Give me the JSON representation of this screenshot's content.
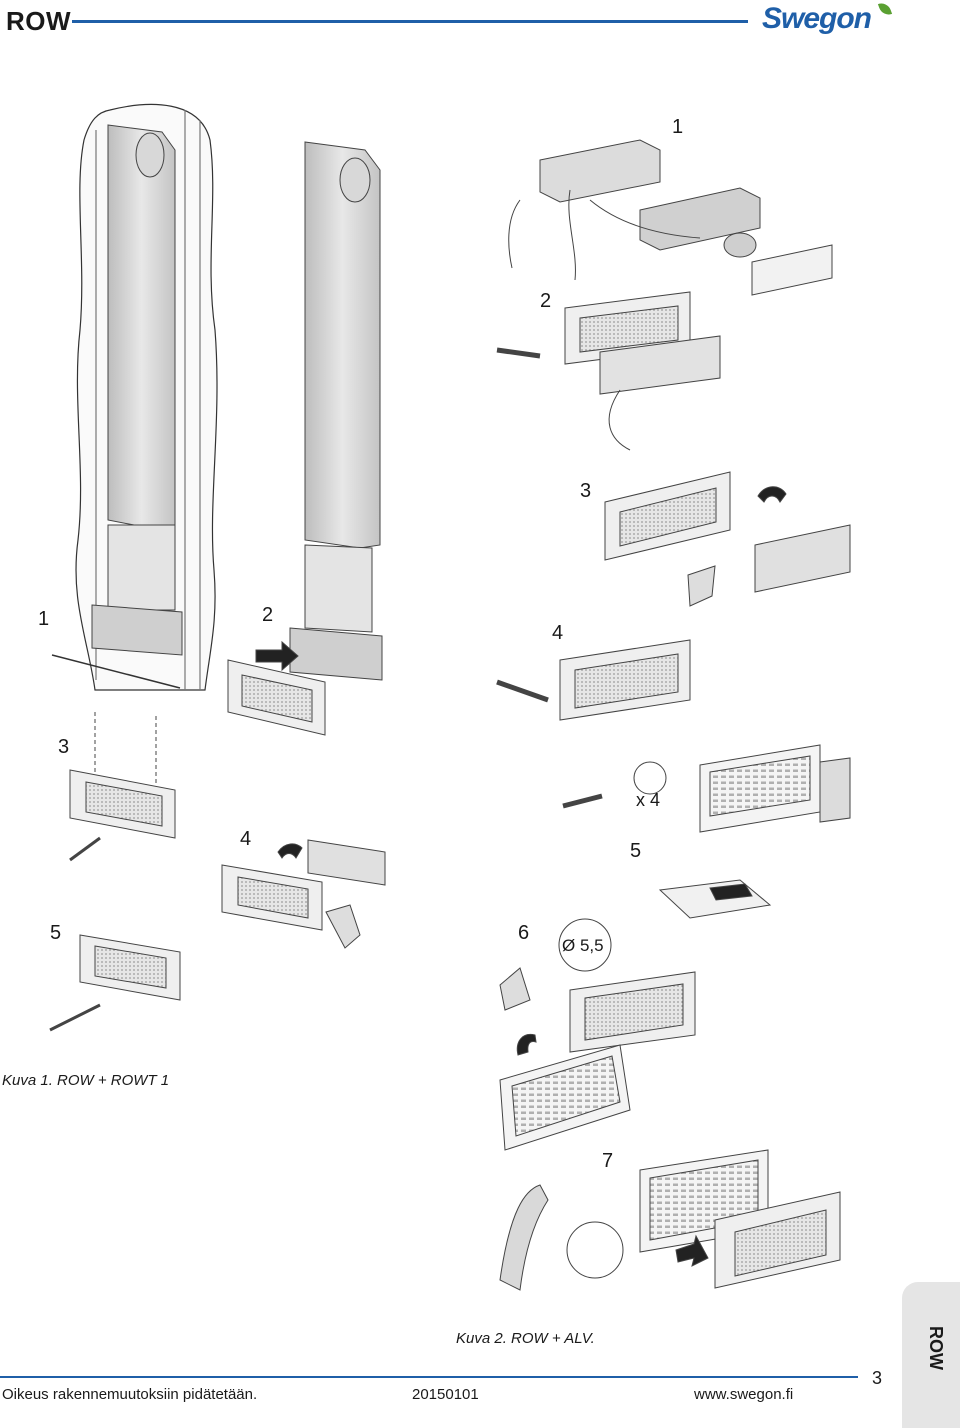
{
  "header": {
    "title": "ROW",
    "brand": "Swegon",
    "brand_color": "#1f5fa8",
    "leaf_color": "#5aa032"
  },
  "figure1": {
    "steps": [
      "1",
      "2",
      "3",
      "4",
      "5"
    ],
    "caption": "Kuva 1. ROW + ROWT 1"
  },
  "figure2": {
    "steps": [
      "1",
      "2",
      "3",
      "4",
      "5",
      "6",
      "7"
    ],
    "screw_count": "x 4",
    "drill_size": "Ø 5,5",
    "caption": "Kuva 2. ROW + ALV."
  },
  "footer": {
    "notice": "Oikeus rakennemuutoksiin pidätetään.",
    "code": "20150101",
    "url": "www.swegon.fi",
    "page": "3",
    "tab_label": "ROW"
  }
}
